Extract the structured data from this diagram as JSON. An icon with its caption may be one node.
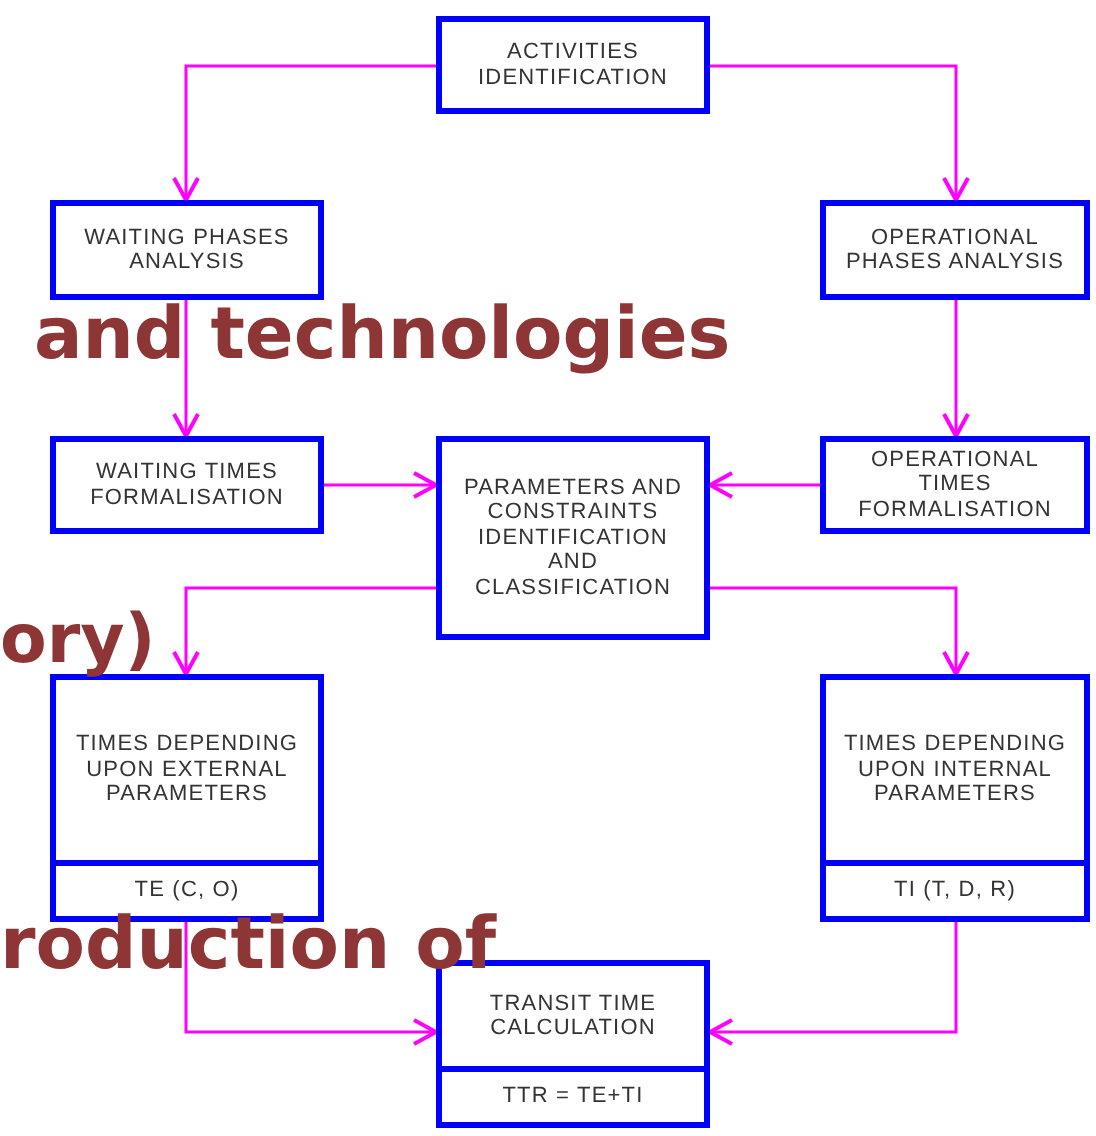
{
  "diagram": {
    "nodes": [
      {
        "text": [
          "ACTIVITIES IDENTIFICATION"
        ]
      },
      {
        "text": [
          "WAITING PHASES ANALYSIS"
        ]
      },
      {
        "text": [
          "OPERATIONAL PHASES ANALYSIS"
        ]
      },
      {
        "text": [
          "WAITING TIMES FORMALISATION"
        ]
      },
      {
        "text": [
          "PARAMETERS AND CONSTRAINTS IDENTIFICATION AND CLASSIFICATION"
        ]
      },
      {
        "text": [
          "OPERATIONAL TIMES FORMALISATION"
        ]
      },
      {
        "text": [
          "TIMES DEPENDING UPON EXTERNAL PARAMETERS",
          "TE (C, O)"
        ]
      },
      {
        "text": [
          "TIMES DEPENDING UPON INTERNAL PARAMETERS",
          "TI (T, D, R)"
        ]
      },
      {
        "text": [
          "TRANSIT TIME CALCULATION",
          "TTR = TE+TI"
        ]
      }
    ],
    "edges": [
      {
        "from": 0,
        "to": 1,
        "arrow": "to"
      },
      {
        "from": 0,
        "to": 2,
        "arrow": "to"
      },
      {
        "from": 1,
        "to": 3,
        "arrow": "to"
      },
      {
        "from": 2,
        "to": 5,
        "arrow": "to"
      },
      {
        "from": 3,
        "to": 4,
        "arrow": "to"
      },
      {
        "from": 5,
        "to": 4,
        "arrow": "to"
      },
      {
        "from": 4,
        "to": 6,
        "arrow": "to"
      },
      {
        "from": 4,
        "to": 7,
        "arrow": "to"
      },
      {
        "from": 6,
        "to": 8,
        "arrow": "to"
      },
      {
        "from": 7,
        "to": 8,
        "arrow": "to"
      }
    ],
    "labels": [
      "and technologies",
      "ory)",
      "roduction of"
    ]
  }
}
